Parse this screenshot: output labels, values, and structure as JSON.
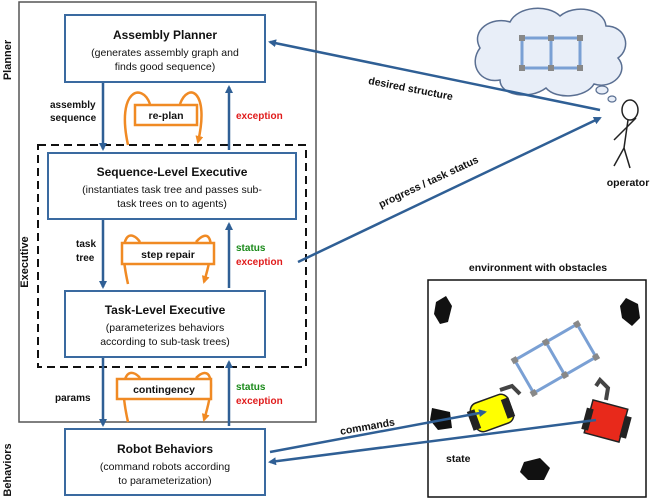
{
  "labels": {
    "planner": "Planner",
    "executive": "Executive",
    "behaviors": "Behaviors",
    "assembly_sequence_1": "assembly",
    "assembly_sequence_2": "sequence",
    "task_tree_1": "task",
    "task_tree_2": "tree",
    "params": "params",
    "replan": "re-plan",
    "step_repair": "step repair",
    "contingency": "contingency",
    "exception_1": "exception",
    "status_2": "status",
    "exception_2": "exception",
    "status_3": "status",
    "exception_3": "exception",
    "desired_structure": "desired structure",
    "progress_status": "progress / task status",
    "operator": "operator",
    "env_title": "environment with obstacles",
    "commands": "commands",
    "state": "state"
  },
  "boxes": {
    "planner": {
      "title": "Assembly Planner",
      "line1": "(generates assembly graph and",
      "line2": "finds good sequence)"
    },
    "sequence": {
      "title": "Sequence-Level Executive",
      "line1": "(instantiates task tree and passes sub-",
      "line2": "task trees on to agents)"
    },
    "task": {
      "title": "Task-Level Executive",
      "line1": "(parameterizes behaviors",
      "line2": "according to sub-task trees)"
    },
    "robot": {
      "title": "Robot Behaviors",
      "line1": "(command robots according",
      "line2": "to parameterization)"
    }
  },
  "colors": {
    "box_border": "#3a6aa0",
    "arrow_blue": "#2f5f95",
    "loop_orange": "#f08a24",
    "exception_red": "#e01b1b",
    "status_green": "#1a8a1a",
    "robot_yellow": "#ffff00",
    "robot_red": "#e8291b",
    "structure_blue": "#7aa0d4"
  }
}
